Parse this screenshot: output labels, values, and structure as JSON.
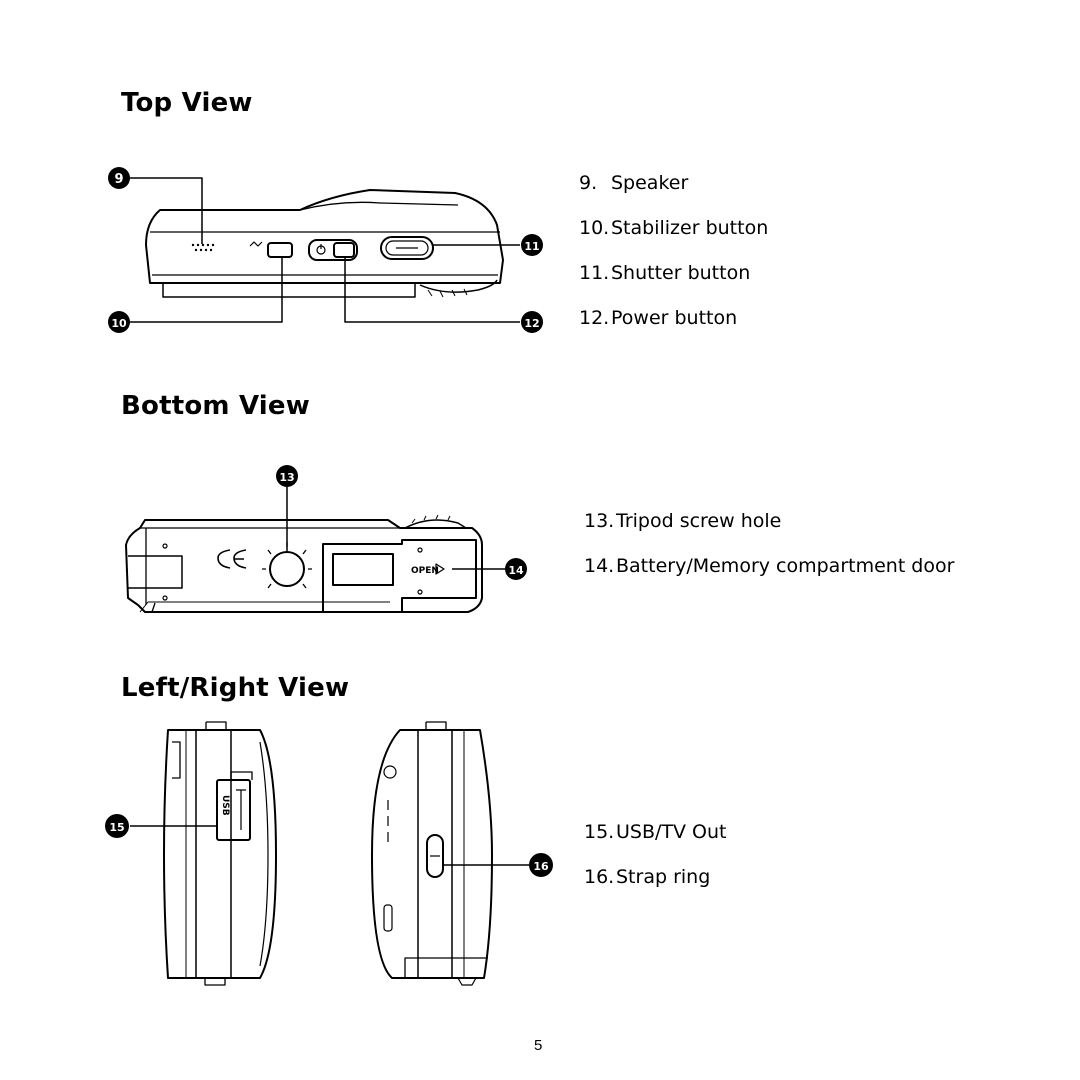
{
  "sections": {
    "top": {
      "title": "Top View",
      "items": [
        {
          "num": "9.",
          "label": "Speaker"
        },
        {
          "num": "10.",
          "label": "Stabilizer button"
        },
        {
          "num": "11.",
          "label": "Shutter button"
        },
        {
          "num": "12.",
          "label": "Power button"
        }
      ]
    },
    "bottom": {
      "title": "Bottom View",
      "items": [
        {
          "num": "13.",
          "label": "Tripod screw hole"
        },
        {
          "num": "14.",
          "label": "Battery/Memory compartment door"
        }
      ]
    },
    "side": {
      "title": "Left/Right View",
      "items": [
        {
          "num": "15.",
          "label": "USB/TV Out"
        },
        {
          "num": "16.",
          "label": "Strap ring"
        }
      ]
    }
  },
  "callouts": [
    "9",
    "10",
    "11",
    "12",
    "13",
    "14",
    "15",
    "16"
  ],
  "device_labels": {
    "open": "OPEN",
    "usb": "USB"
  },
  "page_number": "5"
}
